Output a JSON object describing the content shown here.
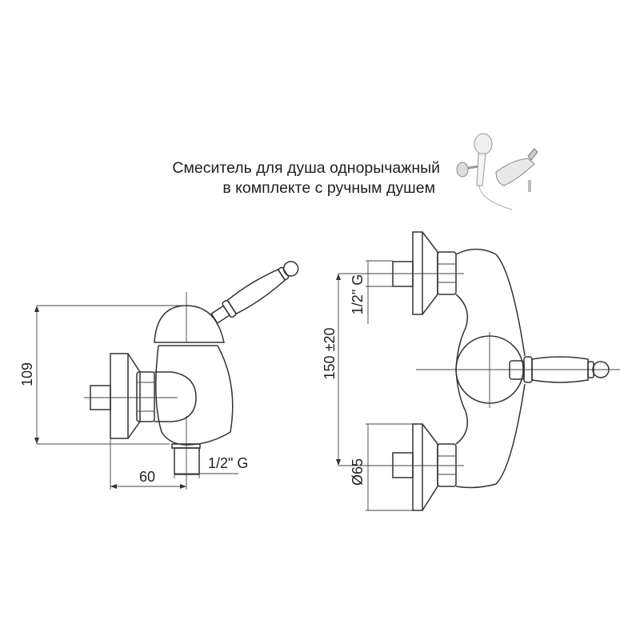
{
  "title": {
    "line1": "Смеситель для душа однорычажный",
    "line2": "в комплекте с ручным душем"
  },
  "side_view": {
    "height_label": "109",
    "depth_label": "60",
    "outlet_thread_label": "1/2\" G"
  },
  "front_view": {
    "inlet_thread_label": "1/2\" G",
    "center_distance_label": "150 ±20",
    "flange_diameter_label": "Ø65"
  },
  "product_photo": {
    "icon": "shower-mixer-photo"
  }
}
